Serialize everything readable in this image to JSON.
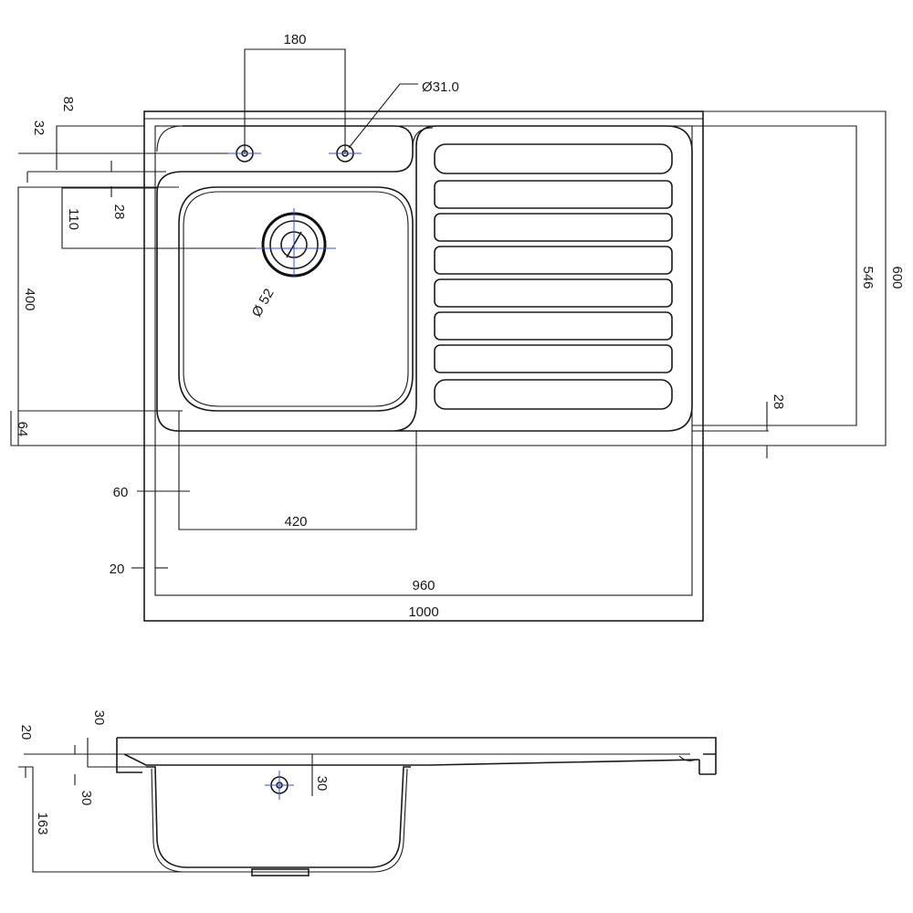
{
  "dimensions": {
    "tap_spacing": "180",
    "tap_hole_diameter": "Ø31.0",
    "d82": "82",
    "d32": "32",
    "d28_left": "28",
    "d110": "110",
    "d400": "400",
    "d64": "64",
    "drain_diameter": "Ø 52",
    "d546": "546",
    "d600": "600",
    "d28_right": "28",
    "d60": "60",
    "bowl_width": "420",
    "d20": "20",
    "inner_width": "960",
    "overall_width": "1000",
    "side_30_top": "30",
    "side_20": "20",
    "side_30_mid": "30",
    "side_30_bottom": "30",
    "bowl_depth": "163"
  },
  "colors": {
    "line": "#1a1a1a",
    "centerline": "#3b4fd0"
  }
}
